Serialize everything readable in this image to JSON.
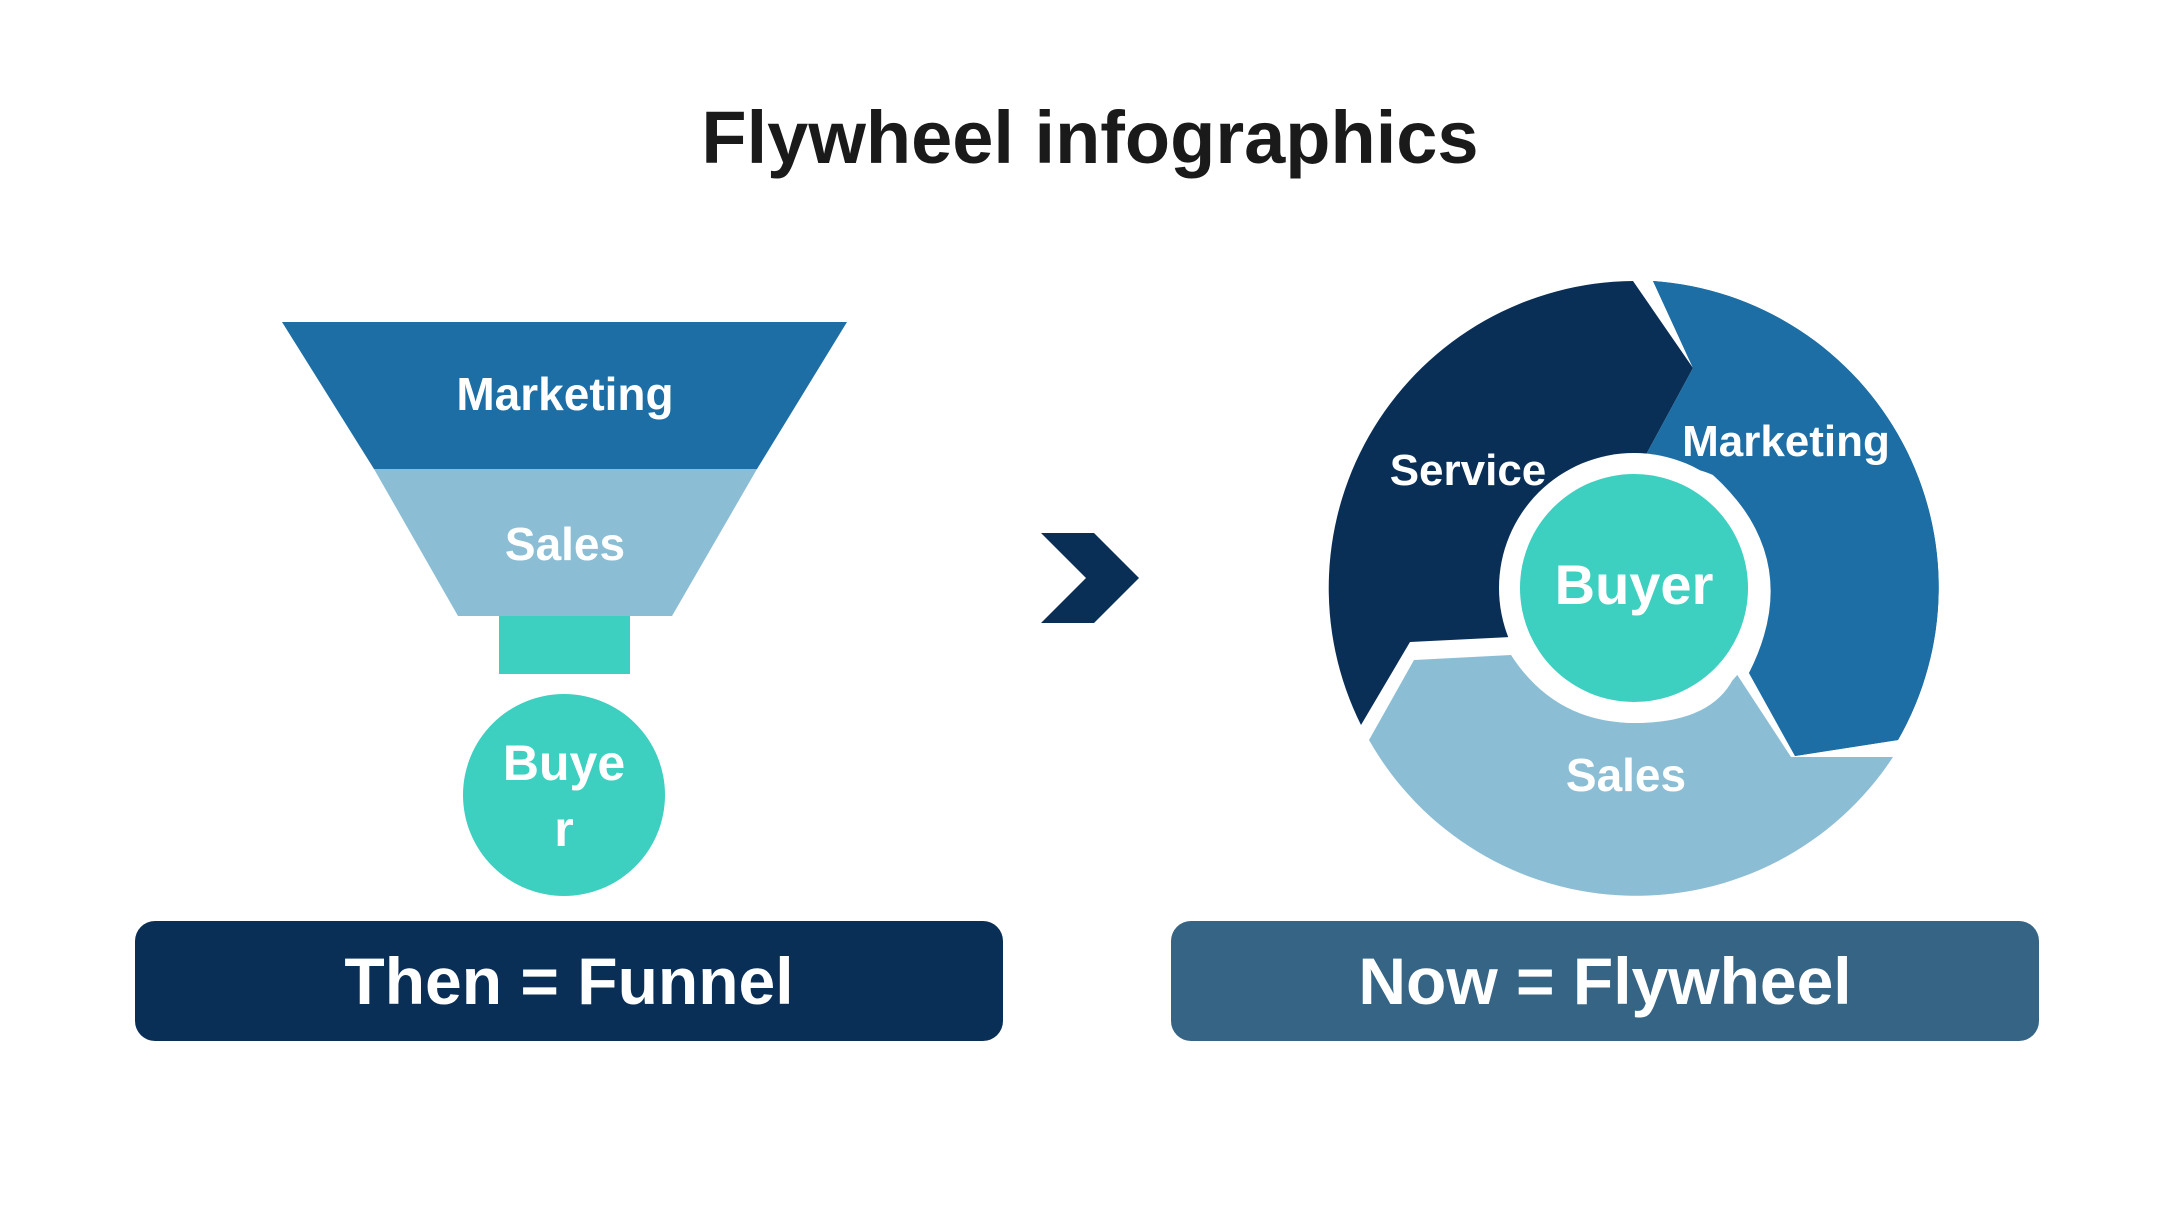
{
  "title": "Flywheel infographics",
  "colors": {
    "dark_navy": "#0a2f57",
    "blue": "#1d6ea4",
    "light_blue": "#8bbed4",
    "teal": "#3dcfbf",
    "slate": "#356485",
    "white": "#ffffff"
  },
  "funnel": {
    "stages": [
      "Marketing",
      "Sales"
    ],
    "buyer_line1": "Buye",
    "buyer_line2": "r",
    "caption": "Then = Funnel"
  },
  "arrow_icon": "chevron-right-icon",
  "flywheel": {
    "segments": [
      "Service",
      "Marketing",
      "Sales"
    ],
    "center": "Buyer",
    "caption": "Now = Flywheel"
  }
}
